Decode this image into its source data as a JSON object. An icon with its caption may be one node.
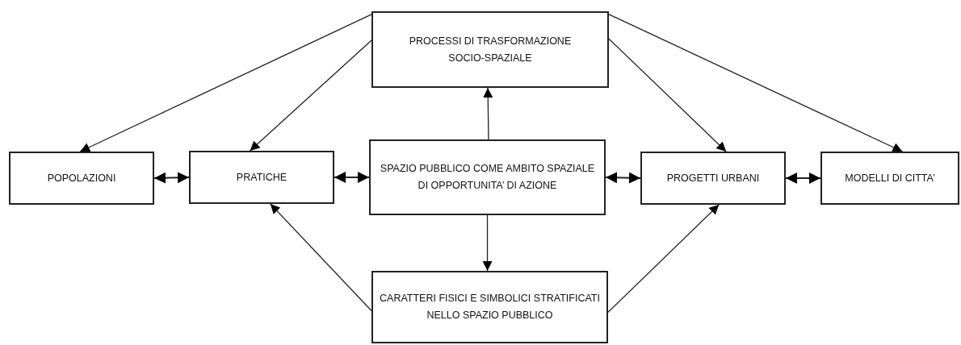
{
  "diagram": {
    "nodes": [
      {
        "text": [
          "PROCESSI DI TRASFORMAZIONE SOCIO-SPAZIALE"
        ]
      },
      {
        "text": [
          "POPOLAZIONI"
        ]
      },
      {
        "text": [
          "PRATICHE"
        ]
      },
      {
        "text": [
          "SPAZIO PUBBLICO COME AMBITO SPAZIALE DI OPPORTUNITA’ DI AZIONE"
        ]
      },
      {
        "text": [
          "PROGETTI URBANI"
        ]
      },
      {
        "text": [
          "MODELLI DI CITTA’"
        ]
      },
      {
        "text": [
          "CARATTERI FISICI E SIMBOLICI STRATIFICATI NELLO SPAZIO PUBBLICO"
        ]
      }
    ],
    "edges": [
      {
        "from": 0,
        "to": 1,
        "arrow": "to"
      },
      {
        "from": 0,
        "to": 2,
        "arrow": "to"
      },
      {
        "from": 0,
        "to": 4,
        "arrow": "to"
      },
      {
        "from": 0,
        "to": 5,
        "arrow": "to"
      },
      {
        "from": 3,
        "to": 0,
        "arrow": "to"
      },
      {
        "from": 3,
        "to": 6,
        "arrow": "to"
      },
      {
        "from": 6,
        "to": 2,
        "arrow": "to"
      },
      {
        "from": 6,
        "to": 4,
        "arrow": "to"
      },
      {
        "from": 1,
        "to": 2,
        "arrow": "both"
      },
      {
        "from": 2,
        "to": 3,
        "arrow": "both"
      },
      {
        "from": 3,
        "to": 4,
        "arrow": "both"
      },
      {
        "from": 4,
        "to": 5,
        "arrow": "both"
      }
    ]
  }
}
